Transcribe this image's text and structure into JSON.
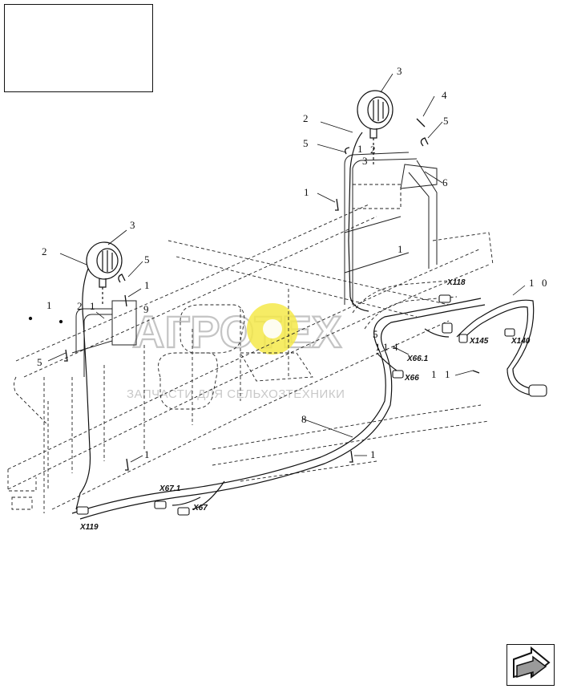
{
  "title_block": {
    "text": ""
  },
  "callouts": [
    "3",
    "2",
    "5",
    "1",
    "2",
    "3",
    "4",
    "5",
    "6",
    "1",
    "1",
    "3",
    "2",
    "5",
    "1",
    "1",
    "2",
    "1",
    "9",
    "5",
    "8",
    "1",
    "5",
    "1",
    "4",
    "1",
    "1",
    "1",
    "0",
    "1",
    "1"
  ],
  "connectors": [
    "X118",
    "X145",
    "X140",
    "X66.1",
    "X66",
    "X67.1",
    "X67",
    "X119"
  ],
  "watermark": {
    "logo": "АГРОТЕХ",
    "tagline": "ЗАПЧАСТИ ДЛЯ СЕЛЬХОЗТЕХНИКИ",
    "accent": "#f5e94a"
  },
  "nav": {
    "icon": "next-page-arrow-icon"
  }
}
